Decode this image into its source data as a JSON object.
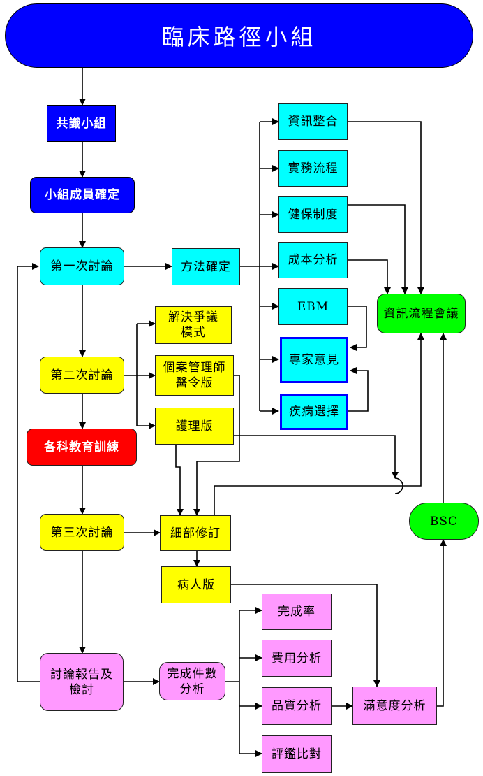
{
  "title": "臨床路徑小組",
  "nodes": {
    "consensus": "共識小組",
    "members": "小組成員確定",
    "first": "第一次討論",
    "method": "方法確定",
    "info_integration": "資訊整合",
    "practice_flow": "實務流程",
    "insurance": "健保制度",
    "cost_analysis": "成本分析",
    "ebm": "EBM",
    "expert": "專家意見",
    "disease": "疾病選擇",
    "info_meeting": "資訊流程會議",
    "dispute": "解決爭議\n模式",
    "second": "第二次討論",
    "case_manager": "個案管理師\n醫令版",
    "nursing": "護理版",
    "education": "各科教育訓練",
    "third": "第三次討論",
    "detail": "細部修訂",
    "patient": "病人版",
    "bsc": "BSC",
    "completion_rate": "完成率",
    "cost": "費用分析",
    "report": "討論報告及\n檢討",
    "cases": "完成件數\n分析",
    "quality": "品質分析",
    "satisfaction": "滿意度分析",
    "benchmark": "評鑑比對"
  },
  "colors": {
    "blue": "#0000ff",
    "cyan": "#00ffff",
    "yellow": "#ffff00",
    "red": "#ff0000",
    "green": "#00ff00",
    "pink": "#ff99ff"
  }
}
